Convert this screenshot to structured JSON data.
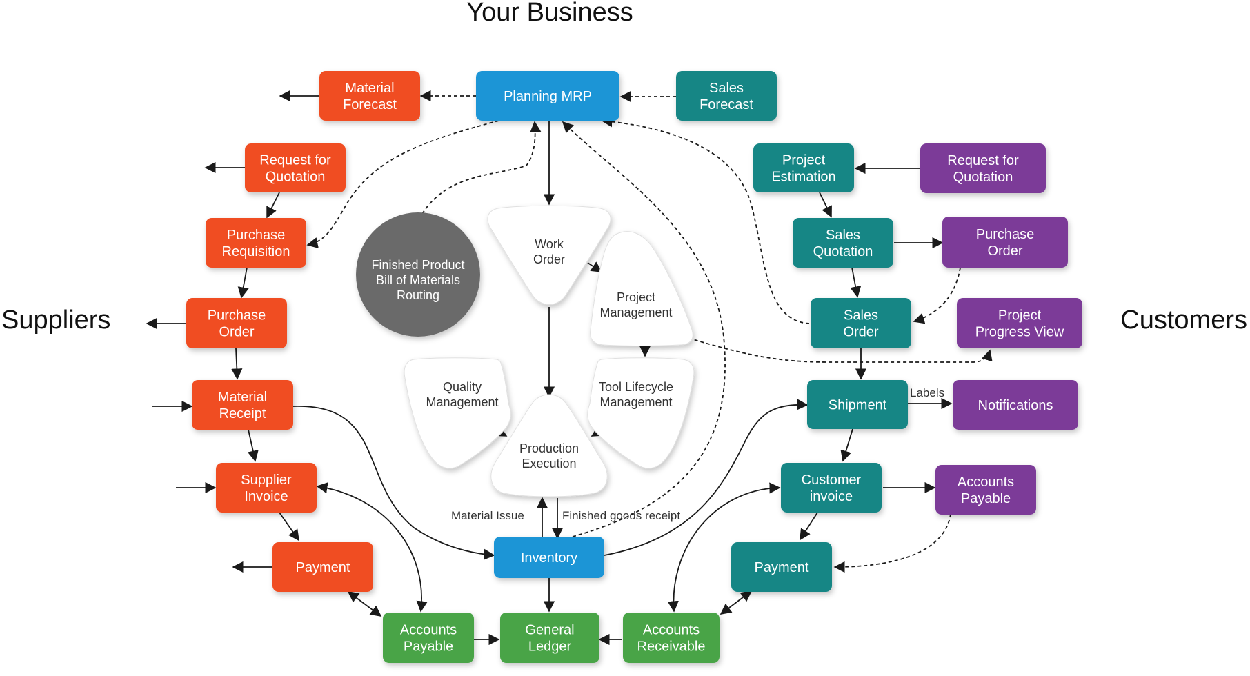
{
  "headings": {
    "top": "Your Business",
    "left": "Suppliers",
    "right": "Customers"
  },
  "colors": {
    "supplier": "#F04E23",
    "business": "#1A95D6",
    "customer": "#138685",
    "external": "#7B3B98",
    "ledger": "#4AA446",
    "core": "#6B6B6B"
  },
  "nodes": {
    "planning_mrp": [
      "Planning MRP"
    ],
    "material_forecast": [
      "Material",
      "Forecast"
    ],
    "sales_forecast": [
      "Sales",
      "Forecast"
    ],
    "rfq_supplier": [
      "Request for",
      "Quotation"
    ],
    "purchase_requisition": [
      "Purchase",
      "Requisition"
    ],
    "purchase_order_supplier": [
      "Purchase",
      "Order"
    ],
    "material_receipt": [
      "Material",
      "Receipt"
    ],
    "supplier_invoice": [
      "Supplier",
      "Invoice"
    ],
    "payment_supplier": [
      "Payment"
    ],
    "accounts_payable_ledger": [
      "Accounts",
      "Payable"
    ],
    "general_ledger": [
      "General",
      "Ledger"
    ],
    "accounts_receivable": [
      "Accounts",
      "Receivable"
    ],
    "inventory": [
      "Inventory"
    ],
    "project_estimation": [
      "Project",
      "Estimation"
    ],
    "rfq_customer": [
      "Request for",
      "Quotation"
    ],
    "sales_quotation": [
      "Sales",
      "Quotation"
    ],
    "purchase_order_customer": [
      "Purchase",
      "Order"
    ],
    "sales_order": [
      "Sales",
      "Order"
    ],
    "project_progress_view": [
      "Project",
      "Progress View"
    ],
    "shipment": [
      "Shipment"
    ],
    "notifications": [
      "Notifications"
    ],
    "customer_invoice": [
      "Customer",
      "invoice"
    ],
    "accounts_payable_customer": [
      "Accounts",
      "Payable"
    ],
    "payment_customer": [
      "Payment"
    ],
    "finished_product": [
      "Finished Product",
      "Bill of Materials",
      "Routing"
    ],
    "work_order": [
      "Work",
      "Order"
    ],
    "project_management": [
      "Project",
      "Management"
    ],
    "quality_management": [
      "Quality",
      "Management"
    ],
    "tool_lifecycle": [
      "Tool Lifecycle",
      "Management"
    ],
    "production_execution": [
      "Production",
      "Execution"
    ]
  },
  "edge_labels": {
    "labels": "Labels",
    "material_issue": "Material Issue",
    "finished_goods_receipt": "Finished goods receipt"
  }
}
